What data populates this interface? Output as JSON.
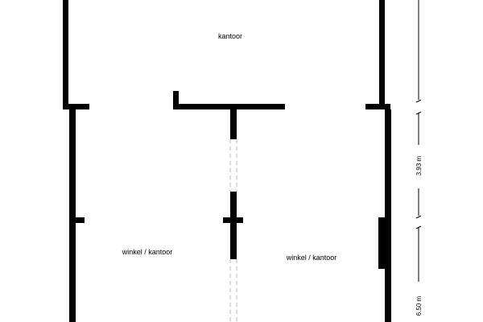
{
  "floorplan": {
    "rooms": [
      {
        "id": "top",
        "label": "kantoor"
      },
      {
        "id": "left",
        "label": "winkel / kantoor"
      },
      {
        "id": "right",
        "label": "winkel / kantoor"
      }
    ],
    "dimensions": [
      {
        "id": "upper",
        "label": "3.93 m"
      },
      {
        "id": "lower",
        "label": "6.50 m"
      }
    ],
    "colors": {
      "wall": "#000000",
      "dimension": "#000000",
      "door_dash": "#bbbbbb",
      "background": "#ffffff"
    }
  }
}
